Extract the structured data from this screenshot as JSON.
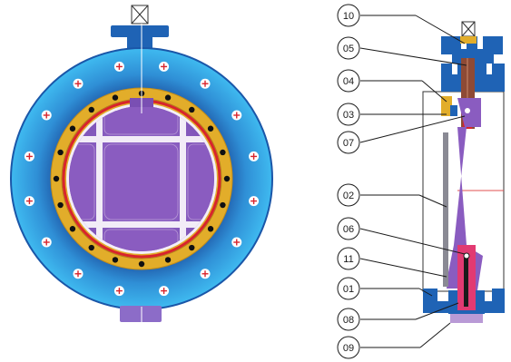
{
  "callouts": [
    {
      "id": "c10",
      "label": "10"
    },
    {
      "id": "c05",
      "label": "05"
    },
    {
      "id": "c04",
      "label": "04"
    },
    {
      "id": "c03",
      "label": "03"
    },
    {
      "id": "c07",
      "label": "07"
    },
    {
      "id": "c02",
      "label": "02"
    },
    {
      "id": "c06",
      "label": "06"
    },
    {
      "id": "c11",
      "label": "11"
    },
    {
      "id": "c01",
      "label": "01"
    },
    {
      "id": "c08",
      "label": "08"
    },
    {
      "id": "c09",
      "label": "09"
    }
  ],
  "colors": {
    "flange_outer": "#1f63b5",
    "flange_light": "#38b4ea",
    "flange_dark": "#1c4f9e",
    "seat_ring": "#e2ad2a",
    "seal_red": "#d8242c",
    "disc_purple": "#8a5cc0",
    "disc_rib": "#f2ecf7",
    "stem_brown": "#8e4a35",
    "stem_sleeve": "#e23a72",
    "bottom_cap": "#b99ad6"
  }
}
